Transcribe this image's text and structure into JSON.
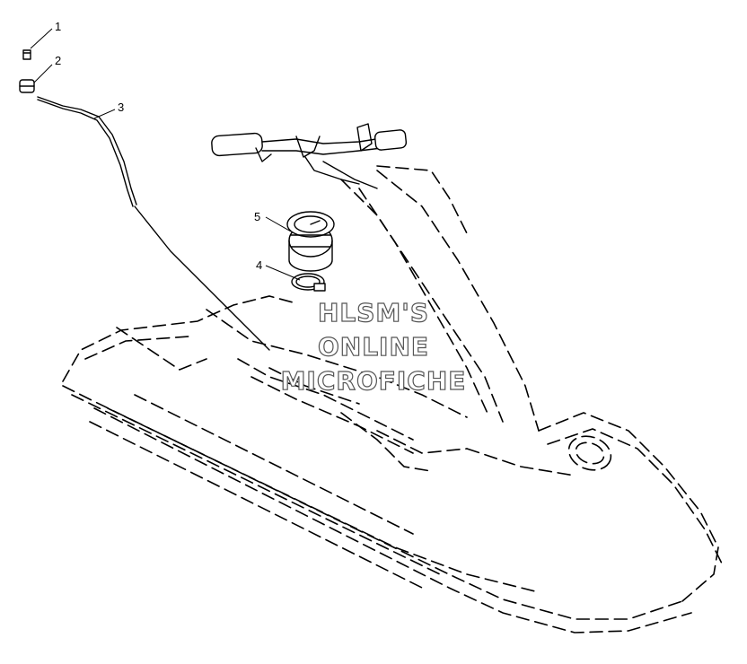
{
  "callouts": [
    {
      "number": "1",
      "part": "cap"
    },
    {
      "number": "2",
      "part": "nut"
    },
    {
      "number": "3",
      "part": "cable"
    },
    {
      "number": "4",
      "part": "clamp"
    },
    {
      "number": "5",
      "part": "gauge"
    }
  ],
  "watermark": {
    "line1": "HLSM'S",
    "line2": "ONLINE",
    "line3": "MICROFICHE"
  }
}
